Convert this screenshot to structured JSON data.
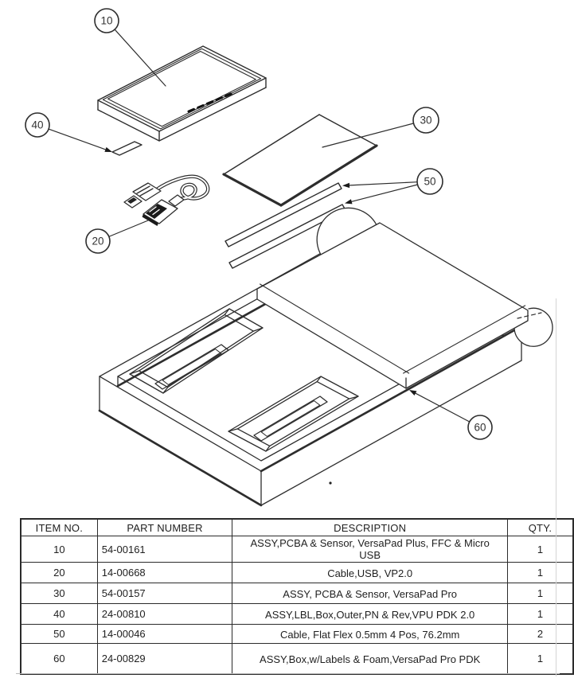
{
  "diagram": {
    "balloons": [
      {
        "label": "10"
      },
      {
        "label": "40"
      },
      {
        "label": "20"
      },
      {
        "label": "30"
      },
      {
        "label": "50"
      },
      {
        "label": "60"
      }
    ]
  },
  "table": {
    "headers": [
      "ITEM NO.",
      "PART NUMBER",
      "DESCRIPTION",
      "QTY."
    ],
    "rows": [
      {
        "item": "10",
        "part": "54-00161",
        "desc": "ASSY,PCBA & Sensor, VersaPad Plus, FFC & Micro USB",
        "qty": "1"
      },
      {
        "item": "20",
        "part": "14-00668",
        "desc": "Cable,USB, VP2.0",
        "qty": "1"
      },
      {
        "item": "30",
        "part": "54-00157",
        "desc": "ASSY, PCBA & Sensor, VersaPad Pro",
        "qty": "1"
      },
      {
        "item": "40",
        "part": "24-00810",
        "desc": "ASSY,LBL,Box,Outer,PN & Rev,VPU PDK 2.0",
        "qty": "1"
      },
      {
        "item": "50",
        "part": "14-00046",
        "desc": "Cable, Flat Flex 0.5mm 4 Pos, 76.2mm",
        "qty": "2"
      },
      {
        "item": "60",
        "part": "24-00829",
        "desc": "ASSY,Box,w/Labels & Foam,VersaPad Pro PDK",
        "qty": "1"
      }
    ]
  }
}
